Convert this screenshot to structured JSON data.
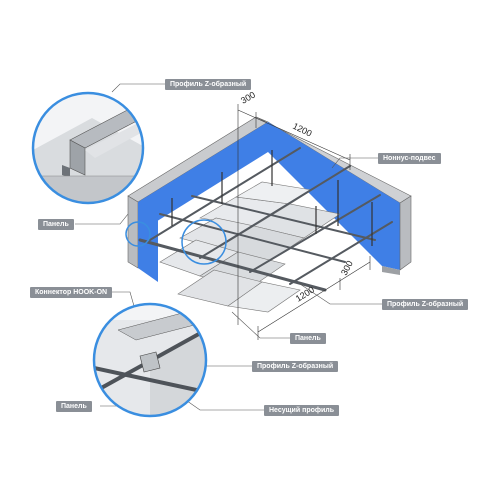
{
  "labels": {
    "top_zprofile": "Профиль Z-образный",
    "hanger": "Ноннус-подвес",
    "panel_left": "Панель",
    "right_zprofile": "Профиль Z-образный",
    "connector": "Коннектор HOOK-ON",
    "panel_center": "Панель",
    "bottom_zprofile": "Профиль Z-образный",
    "panel_bottom": "Панель",
    "carrier": "Несущий профиль"
  },
  "dimensions": {
    "top_short": "300",
    "top_long": "1200",
    "right_short": "300",
    "bottom_long": "1200"
  },
  "colors": {
    "wall_blue": "#3f7fe6",
    "wall_gray": "#d6d8db",
    "label_bg": "#8a8f96",
    "callout_ring": "#3a8ee0",
    "panel_light": "#e4e6e9",
    "rail": "#555a60"
  }
}
